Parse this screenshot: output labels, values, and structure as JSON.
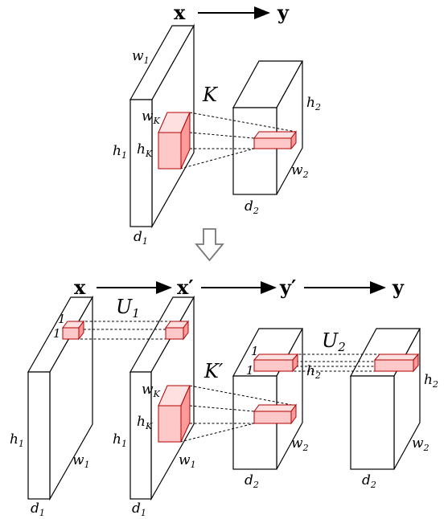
{
  "top": {
    "input_var": "x",
    "output_var": "y",
    "kernel": "K",
    "input_dims": {
      "w": "w",
      "w_sub": "1",
      "h": "h",
      "h_sub": "1",
      "d": "d",
      "d_sub": "1"
    },
    "output_dims": {
      "w": "w",
      "w_sub": "2",
      "h": "h",
      "h_sub": "2",
      "d": "d",
      "d_sub": "2"
    },
    "kernel_dims": {
      "w": "w",
      "w_sub": "K",
      "h": "h",
      "h_sub": "K"
    }
  },
  "bottom": {
    "vars": [
      "x",
      "x′",
      "y′",
      "y"
    ],
    "U1": {
      "letter": "U",
      "sub": "1"
    },
    "U2": {
      "letter": "U",
      "sub": "2"
    },
    "kernel": "K′",
    "ones": "1",
    "dims": {
      "h1": {
        "base": "h",
        "sub": "1"
      },
      "w1": {
        "base": "w",
        "sub": "1"
      },
      "d1": {
        "base": "d",
        "sub": "1"
      },
      "h2": {
        "base": "h",
        "sub": "2"
      },
      "w2": {
        "base": "w",
        "sub": "2"
      },
      "d2": {
        "base": "d",
        "sub": "2"
      },
      "wK": {
        "base": "w",
        "sub": "K"
      },
      "hK": {
        "base": "h",
        "sub": "K"
      }
    }
  }
}
